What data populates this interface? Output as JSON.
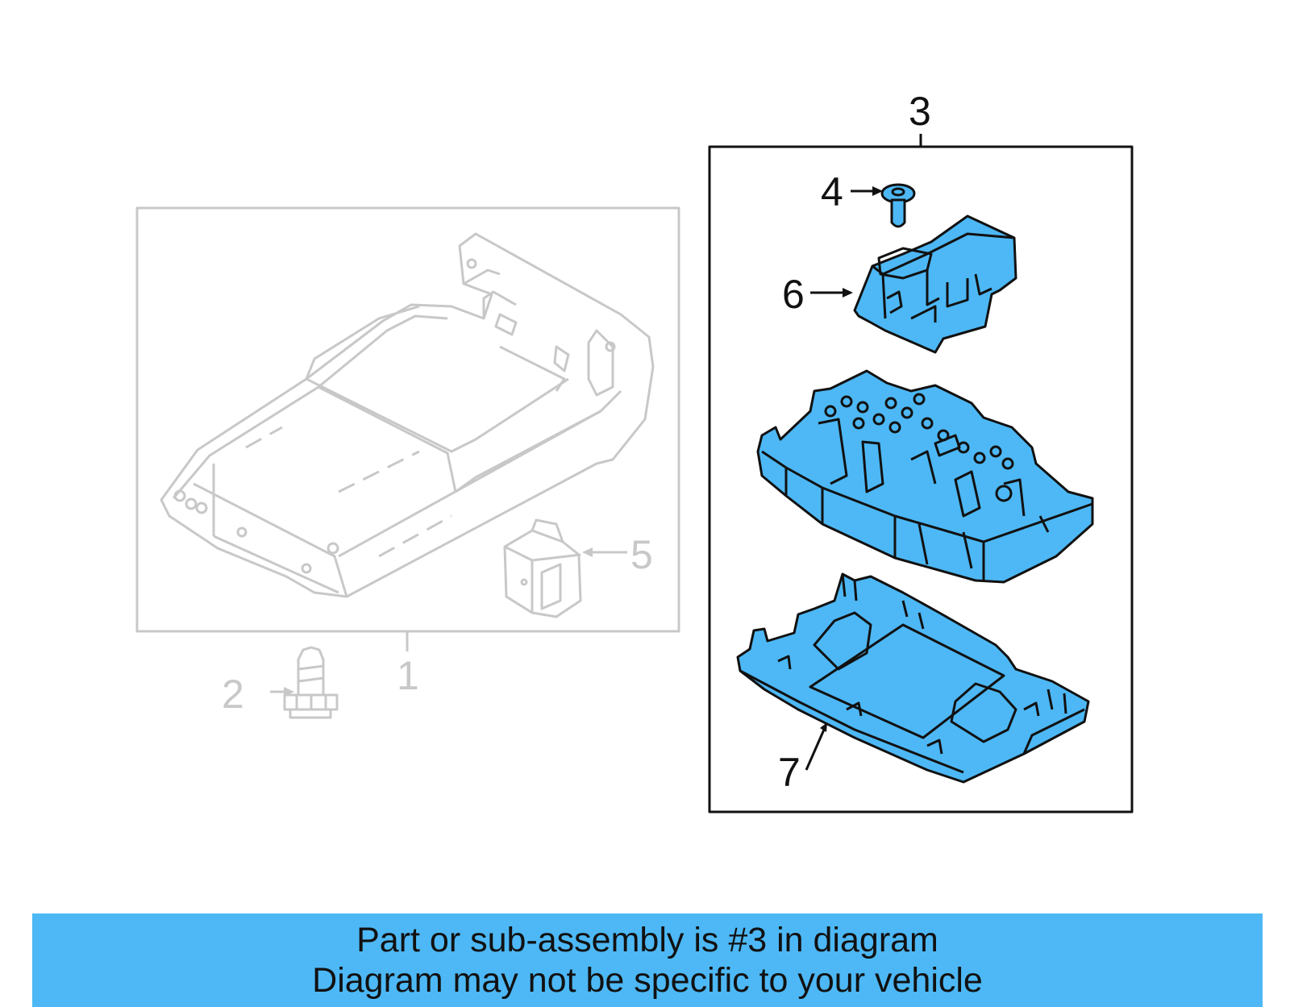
{
  "callouts": {
    "c1": "1",
    "c2": "2",
    "c3": "3",
    "c4": "4",
    "c5": "5",
    "c6": "6",
    "c7": "7"
  },
  "banner": {
    "line1": "Part or sub-assembly is #3 in diagram",
    "line2": "Diagram may not be specific to your vehicle"
  },
  "colors": {
    "highlight_part": "#4db8f5",
    "banner_background": "#4db8f5",
    "dimmed_line": "#c8c8c8",
    "outline": "#111111"
  }
}
